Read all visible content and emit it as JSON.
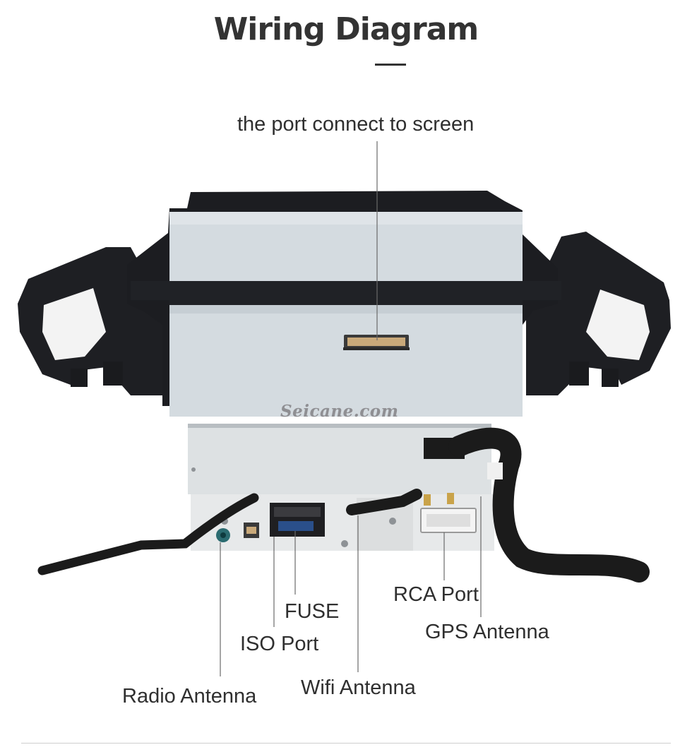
{
  "header": {
    "title": "Wiring Diagram"
  },
  "watermark": "Seicane.com",
  "callouts": {
    "screen_port": "the port connect to screen",
    "rca_port": "RCA Port",
    "fuse": "FUSE",
    "gps_antenna": "GPS Antenna",
    "iso_port": "ISO Port",
    "wifi_antenna": "Wifi Antenna",
    "radio_antenna": "Radio Antenna"
  },
  "colors": {
    "text": "#2f2f2f",
    "frame": "#1c1d21",
    "panel": "#d4dbe0",
    "chassis": "#dde1e3",
    "connector_blue": "#2a4f8a",
    "gold": "#c9a34a"
  }
}
